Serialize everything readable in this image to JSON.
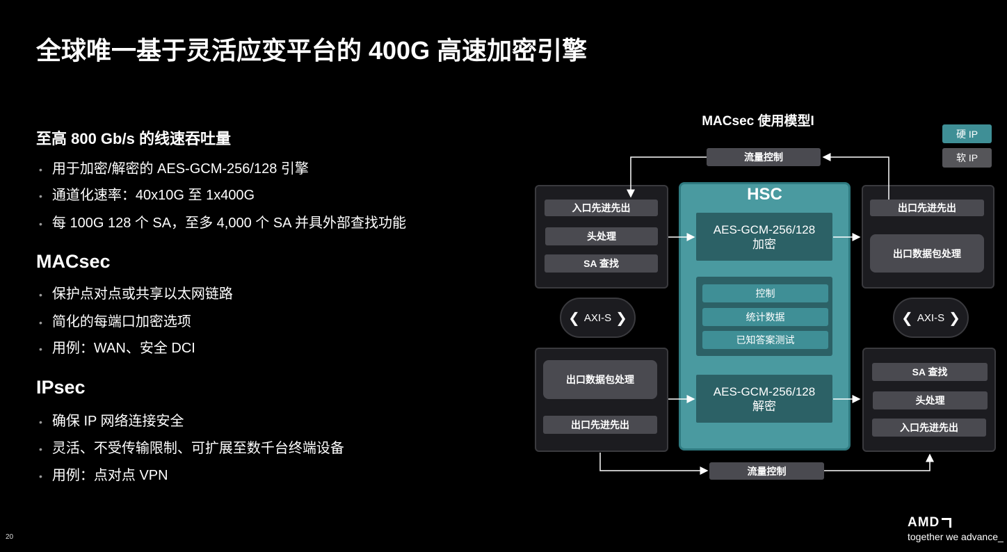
{
  "title": "全球唯一基于灵活应变平台的 400G 高速加密引擎",
  "page_number": "20",
  "left": {
    "sections": [
      {
        "heading": "至高 800 Gb/s 的线速吞吐量",
        "bullets": [
          "用于加密/解密的 AES-GCM-256/128 引擎",
          "通道化速率：40x10G 至 1x400G",
          "每 100G 128 个 SA，至多 4,000 个 SA 并具外部查找功能"
        ]
      },
      {
        "heading": "MACsec",
        "bullets": [
          "保护点对点或共享以太网链路",
          "简化的每端口加密选项",
          "用例：WAN、安全 DCI"
        ]
      },
      {
        "heading": "IPsec",
        "bullets": [
          "确保 IP 网络连接安全",
          "灵活、不受传输限制、可扩展至数千台终端设备",
          "用例：点对点 VPN"
        ]
      }
    ]
  },
  "diagram": {
    "title": "MACsec 使用模型I",
    "legend": {
      "hard_ip": "硬 IP",
      "soft_ip": "软 IP"
    },
    "flow_control_top": "流量控制",
    "flow_control_bottom": "流量控制",
    "left_top": [
      "入口先进先出",
      "头处理",
      "SA 查找"
    ],
    "right_top": [
      "出口先进先出",
      "出口数据包处理"
    ],
    "left_bottom": [
      "出口数据包处理",
      "出口先进先出"
    ],
    "right_bottom": [
      "SA 查找",
      "头处理",
      "入口先进先出"
    ],
    "axi": "AXI-S",
    "hsc": {
      "title": "HSC",
      "encrypt_line1": "AES-GCM-256/128",
      "encrypt_line2": "加密",
      "decrypt_line1": "AES-GCM-256/128",
      "decrypt_line2": "解密",
      "functions": [
        "控制",
        "统计数据",
        "已知答案测试"
      ]
    },
    "colors": {
      "hard_ip": "#3f8f96",
      "soft_ip": "#4a4a50"
    }
  },
  "logo": {
    "brand": "AMD",
    "tagline": "together we advance_"
  }
}
